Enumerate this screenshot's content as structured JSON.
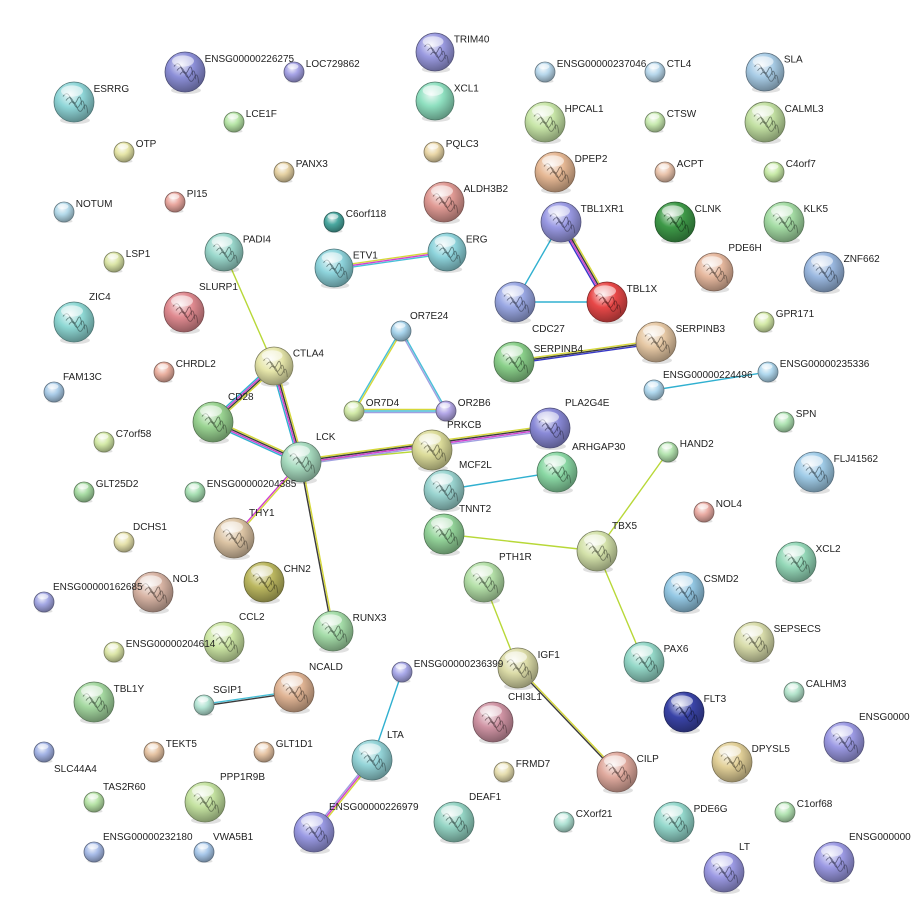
{
  "network": {
    "nodes": [
      {
        "id": "ESRRG",
        "label": "ESRRG",
        "color": "#8fd6d8",
        "structure": true
      },
      {
        "id": "ENSG00000226275",
        "label": "ENSG00000226275",
        "color": "#8c8fd8",
        "structure": true
      },
      {
        "id": "LOC729862",
        "label": "LOC729862",
        "color": "#a6a3e6",
        "structure": false
      },
      {
        "id": "TRIM40",
        "label": "TRIM40",
        "color": "#9a9ae0",
        "structure": true
      },
      {
        "id": "XCL1",
        "label": "XCL1",
        "color": "#8fe0c0",
        "structure": false
      },
      {
        "id": "ENSG00000237046",
        "label": "ENSG00000237046",
        "color": "#b8d8ec",
        "structure": false
      },
      {
        "id": "CTL4",
        "label": "CTL4",
        "color": "#b8d8ec",
        "structure": false
      },
      {
        "id": "SLA",
        "label": "SLA",
        "color": "#a8cce6",
        "structure": true
      },
      {
        "id": "LCE1F",
        "label": "LCE1F",
        "color": "#b8e6a8",
        "structure": false
      },
      {
        "id": "HPCAL1",
        "label": "HPCAL1",
        "color": "#c8e6a8",
        "structure": true
      },
      {
        "id": "CTSW",
        "label": "CTSW",
        "color": "#c8eab0",
        "structure": false
      },
      {
        "id": "CALML3",
        "label": "CALML3",
        "color": "#c2e0a2",
        "structure": true
      },
      {
        "id": "OTP",
        "label": "OTP",
        "color": "#e6e6a8",
        "structure": false
      },
      {
        "id": "PQLC3",
        "label": "PQLC3",
        "color": "#ead7a8",
        "structure": false
      },
      {
        "id": "DPEP2",
        "label": "DPEP2",
        "color": "#e6b894",
        "structure": true
      },
      {
        "id": "ACPT",
        "label": "ACPT",
        "color": "#eac4ac",
        "structure": false
      },
      {
        "id": "C4orf7",
        "label": "C4orf7",
        "color": "#c8eaa8",
        "structure": false
      },
      {
        "id": "PANX3",
        "label": "PANX3",
        "color": "#e6d2a4",
        "structure": false
      },
      {
        "id": "NOTUM",
        "label": "NOTUM",
        "color": "#b4daea",
        "structure": false
      },
      {
        "id": "PI15",
        "label": "PI15",
        "color": "#eaa8a0",
        "structure": false
      },
      {
        "id": "ALDH3B2",
        "label": "ALDH3B2",
        "color": "#e09a94",
        "structure": true
      },
      {
        "id": "C6orf118",
        "label": "C6orf118",
        "color": "#4aa8a0",
        "structure": false
      },
      {
        "id": "TBL1XR1",
        "label": "TBL1XR1",
        "color": "#9a9ae4",
        "structure": true
      },
      {
        "id": "CLNK",
        "label": "CLNK",
        "color": "#3e9a48",
        "structure": true
      },
      {
        "id": "KLK5",
        "label": "KLK5",
        "color": "#a4dca4",
        "structure": true
      },
      {
        "id": "PADI4",
        "label": "PADI4",
        "color": "#9ad8cc",
        "structure": true
      },
      {
        "id": "ETV1",
        "label": "ETV1",
        "color": "#8ed4dc",
        "structure": true
      },
      {
        "id": "ERG",
        "label": "ERG",
        "color": "#8ed4dc",
        "structure": true
      },
      {
        "id": "LSP1",
        "label": "LSP1",
        "color": "#dce6a8",
        "structure": false
      },
      {
        "id": "PDE6H",
        "label": "PDE6H",
        "color": "#e6b89e",
        "structure": true
      },
      {
        "id": "ZNF662",
        "label": "ZNF662",
        "color": "#9ab8e0",
        "structure": true
      },
      {
        "id": "CDC27",
        "label": "CDC27",
        "color": "#9aa8e4",
        "structure": true
      },
      {
        "id": "TBL1X",
        "label": "TBL1X",
        "color": "#e84848",
        "structure": true
      },
      {
        "id": "ZIC4",
        "label": "ZIC4",
        "color": "#8ed8d4",
        "structure": true
      },
      {
        "id": "SLURP1",
        "label": "SLURP1",
        "color": "#e08a90",
        "structure": true
      },
      {
        "id": "OR7E24",
        "label": "OR7E24",
        "color": "#a8d4ec",
        "structure": false
      },
      {
        "id": "GPR171",
        "label": "GPR171",
        "color": "#d4eaa8",
        "structure": false
      },
      {
        "id": "SERPINB4",
        "label": "SERPINB4",
        "color": "#8ad08a",
        "structure": true
      },
      {
        "id": "SERPINB3",
        "label": "SERPINB3",
        "color": "#e6c8a4",
        "structure": true
      },
      {
        "id": "ENSG00000235336",
        "label": "ENSG00000235336",
        "color": "#b0d8ee",
        "structure": false
      },
      {
        "id": "CTLA4",
        "label": "CTLA4",
        "color": "#e6e6aa",
        "structure": true
      },
      {
        "id": "CHRDL2",
        "label": "CHRDL2",
        "color": "#eab0a0",
        "structure": false
      },
      {
        "id": "FAM13C",
        "label": "FAM13C",
        "color": "#aacce8",
        "structure": false
      },
      {
        "id": "ENSG00000224496",
        "label": "ENSG00000224496",
        "color": "#b0d8ee",
        "structure": false
      },
      {
        "id": "OR7D4",
        "label": "OR7D4",
        "color": "#d2eaa8",
        "structure": false
      },
      {
        "id": "OR2B6",
        "label": "OR2B6",
        "color": "#b4a8e8",
        "structure": false
      },
      {
        "id": "SPN",
        "label": "SPN",
        "color": "#b0e4b4",
        "structure": false
      },
      {
        "id": "CD28",
        "label": "CD28",
        "color": "#9ad492",
        "structure": true
      },
      {
        "id": "C7orf58",
        "label": "C7orf58",
        "color": "#d4eaa8",
        "structure": false
      },
      {
        "id": "LCK",
        "label": "LCK",
        "color": "#a8dcc0",
        "structure": true
      },
      {
        "id": "PRKCB",
        "label": "PRKCB",
        "color": "#dcdc9a",
        "structure": true
      },
      {
        "id": "PLA2G4E",
        "label": "PLA2G4E",
        "color": "#8a8ad8",
        "structure": true
      },
      {
        "id": "HAND2",
        "label": "HAND2",
        "color": "#b4e4b0",
        "structure": false
      },
      {
        "id": "FLJ41562",
        "label": "FLJ41562",
        "color": "#a0cce8",
        "structure": true
      },
      {
        "id": "GLT25D2",
        "label": "GLT25D2",
        "color": "#a8dca4",
        "structure": false
      },
      {
        "id": "ENSG00000204385",
        "label": "ENSG00000204385",
        "color": "#a8e0b4",
        "structure": false
      },
      {
        "id": "MCF2L",
        "label": "MCF2L",
        "color": "#9ad4d0",
        "structure": true
      },
      {
        "id": "ARHGAP30",
        "label": "ARHGAP30",
        "color": "#8ad8a4",
        "structure": true
      },
      {
        "id": "NOL4",
        "label": "NOL4",
        "color": "#eaaca4",
        "structure": false
      },
      {
        "id": "THY1",
        "label": "THY1",
        "color": "#dcc4a4",
        "structure": true
      },
      {
        "id": "DCHS1",
        "label": "DCHS1",
        "color": "#e6e2ac",
        "structure": false
      },
      {
        "id": "TNNT2",
        "label": "TNNT2",
        "color": "#94d49a",
        "structure": true
      },
      {
        "id": "TBX5",
        "label": "TBX5",
        "color": "#d4e2aa",
        "structure": true
      },
      {
        "id": "XCL2",
        "label": "XCL2",
        "color": "#94d8b8",
        "structure": true
      },
      {
        "id": "CHN2",
        "label": "CHN2",
        "color": "#bcb860",
        "structure": true
      },
      {
        "id": "PTH1R",
        "label": "PTH1R",
        "color": "#b4e0a8",
        "structure": true
      },
      {
        "id": "CSMD2",
        "label": "CSMD2",
        "color": "#94c8e4",
        "structure": true
      },
      {
        "id": "NOL3",
        "label": "NOL3",
        "color": "#d8b4a4",
        "structure": true
      },
      {
        "id": "ENSG00000162685",
        "label": "ENSG00000162685",
        "color": "#a4a8e4",
        "structure": false
      },
      {
        "id": "SEPSECS",
        "label": "SEPSECS",
        "color": "#d8dcaa",
        "structure": true
      },
      {
        "id": "RUNX3",
        "label": "RUNX3",
        "color": "#a4dca8",
        "structure": true
      },
      {
        "id": "CCL2",
        "label": "CCL2",
        "color": "#cce6a4",
        "structure": true
      },
      {
        "id": "ENSG00000204614",
        "label": "ENSG00000204614",
        "color": "#dce6a8",
        "structure": false
      },
      {
        "id": "PAX6",
        "label": "PAX6",
        "color": "#94d8c8",
        "structure": true
      },
      {
        "id": "IGF1",
        "label": "IGF1",
        "color": "#dcdca8",
        "structure": true
      },
      {
        "id": "ENSG00000236399",
        "label": "ENSG00000236399",
        "color": "#aaaaea",
        "structure": false
      },
      {
        "id": "NCALD",
        "label": "NCALD",
        "color": "#e0b494",
        "structure": true
      },
      {
        "id": "TBL1Y",
        "label": "TBL1Y",
        "color": "#a4d8a0",
        "structure": true
      },
      {
        "id": "SGIP1",
        "label": "SGIP1",
        "color": "#b4e4d4",
        "structure": false
      },
      {
        "id": "CALHM3",
        "label": "CALHM3",
        "color": "#b4e4cc",
        "structure": false
      },
      {
        "id": "CHI3L1",
        "label": "CHI3L1",
        "color": "#d094a4",
        "structure": true
      },
      {
        "id": "FLT3",
        "label": "FLT3",
        "color": "#3a44a8",
        "structure": true
      },
      {
        "id": "ENSG0000",
        "label": "ENSG0000",
        "color": "#9c9ae4",
        "structure": true
      },
      {
        "id": "SLC44A4",
        "label": "SLC44A4",
        "color": "#a4b4e6",
        "structure": false
      },
      {
        "id": "TEKT5",
        "label": "TEKT5",
        "color": "#e6c4a4",
        "structure": false
      },
      {
        "id": "GLT1D1",
        "label": "GLT1D1",
        "color": "#e6c4a4",
        "structure": false
      },
      {
        "id": "LTA",
        "label": "LTA",
        "color": "#94d4d8",
        "structure": true
      },
      {
        "id": "DPYSL5",
        "label": "DPYSL5",
        "color": "#e2d098",
        "structure": true
      },
      {
        "id": "FRMD7",
        "label": "FRMD7",
        "color": "#e6deb0",
        "structure": false
      },
      {
        "id": "CILP",
        "label": "CILP",
        "color": "#e0aa9e",
        "structure": true
      },
      {
        "id": "TAS2R60",
        "label": "TAS2R60",
        "color": "#b8e4a8",
        "structure": false
      },
      {
        "id": "PPP1R9B",
        "label": "PPP1R9B",
        "color": "#c4e2a0",
        "structure": true
      },
      {
        "id": "ENSG00000226979",
        "label": "ENSG00000226979",
        "color": "#9a9ae4",
        "structure": true
      },
      {
        "id": "DEAF1",
        "label": "DEAF1",
        "color": "#94d4c4",
        "structure": true
      },
      {
        "id": "CXorf21",
        "label": "CXorf21",
        "color": "#b0e2d4",
        "structure": false
      },
      {
        "id": "PDE6G",
        "label": "PDE6G",
        "color": "#94d8cc",
        "structure": true
      },
      {
        "id": "C1orf68",
        "label": "C1orf68",
        "color": "#b4e4b4",
        "structure": false
      },
      {
        "id": "ENSG00000232180",
        "label": "ENSG00000232180",
        "color": "#a8bce8",
        "structure": false
      },
      {
        "id": "VWA5B1",
        "label": "VWA5B1",
        "color": "#a8c8ea",
        "structure": false
      },
      {
        "id": "LT",
        "label": "LT",
        "color": "#9c9ae4",
        "structure": true
      },
      {
        "id": "ENSG000000",
        "label": "ENSG000000",
        "color": "#9c9ae4",
        "structure": true
      }
    ],
    "edges": [
      {
        "source": "ETV1",
        "target": "ERG",
        "colors": [
          "#d6d83a",
          "#d040d0",
          "#48c0d8"
        ]
      },
      {
        "source": "TBL1XR1",
        "target": "CDC27",
        "colors": [
          "#30b0d0"
        ]
      },
      {
        "source": "TBL1XR1",
        "target": "TBL1X",
        "colors": [
          "#d6d83a",
          "#3a3a3a",
          "#d040d0",
          "#3838c8"
        ]
      },
      {
        "source": "CDC27",
        "target": "TBL1X",
        "colors": [
          "#30b0d0"
        ]
      },
      {
        "source": "PADI4",
        "target": "CTLA4",
        "colors": [
          "#b8d838"
        ]
      },
      {
        "source": "OR7E24",
        "target": "OR7D4",
        "colors": [
          "#d6d83a",
          "#48c0d8"
        ]
      },
      {
        "source": "OR7E24",
        "target": "OR2B6",
        "colors": [
          "#48c0d8",
          "#a0a0e0"
        ]
      },
      {
        "source": "OR7D4",
        "target": "OR2B6",
        "colors": [
          "#d6d83a",
          "#48c0d8",
          "#a0a0e0"
        ]
      },
      {
        "source": "SERPINB4",
        "target": "SERPINB3",
        "colors": [
          "#d6d83a",
          "#3a3a3a",
          "#3838c8"
        ]
      },
      {
        "source": "ENSG00000224496",
        "target": "ENSG00000235336",
        "colors": [
          "#30b0d0"
        ]
      },
      {
        "source": "CTLA4",
        "target": "CD28",
        "colors": [
          "#d6d83a",
          "#3a3a3a",
          "#d040d0",
          "#30b0d0"
        ]
      },
      {
        "source": "CTLA4",
        "target": "LCK",
        "colors": [
          "#d6d83a",
          "#3a3a3a",
          "#d040d0",
          "#30b0d0"
        ]
      },
      {
        "source": "CD28",
        "target": "LCK",
        "colors": [
          "#d6d83a",
          "#3a3a3a",
          "#d040d0",
          "#30b0d0"
        ]
      },
      {
        "source": "LCK",
        "target": "PRKCB",
        "colors": [
          "#b8d838"
        ]
      },
      {
        "source": "LCK",
        "target": "PLA2G4E",
        "colors": [
          "#d6d83a",
          "#3a3a3a",
          "#d040d0",
          "#a0a0e0"
        ]
      },
      {
        "source": "LCK",
        "target": "THY1",
        "colors": [
          "#d6d83a",
          "#d040d0"
        ]
      },
      {
        "source": "LCK",
        "target": "RUNX3",
        "colors": [
          "#d6d83a",
          "#3a3a3a"
        ]
      },
      {
        "source": "MCF2L",
        "target": "ARHGAP30",
        "colors": [
          "#30b0d0"
        ]
      },
      {
        "source": "TNNT2",
        "target": "TBX5",
        "colors": [
          "#b8d838"
        ]
      },
      {
        "source": "HAND2",
        "target": "TBX5",
        "colors": [
          "#b8d838"
        ]
      },
      {
        "source": "TBX5",
        "target": "PAX6",
        "colors": [
          "#b8d838"
        ]
      },
      {
        "source": "PTH1R",
        "target": "IGF1",
        "colors": [
          "#b8d838"
        ]
      },
      {
        "source": "IGF1",
        "target": "CILP",
        "colors": [
          "#d6d83a",
          "#3a3a3a"
        ]
      },
      {
        "source": "NCALD",
        "target": "SGIP1",
        "colors": [
          "#3a3a3a",
          "#48c0d8"
        ]
      },
      {
        "source": "ENSG00000236399",
        "target": "LTA",
        "colors": [
          "#30b0d0"
        ]
      },
      {
        "source": "LTA",
        "target": "ENSG00000226979",
        "colors": [
          "#d6d83a",
          "#d040d0",
          "#a0a0e0"
        ]
      }
    ]
  }
}
